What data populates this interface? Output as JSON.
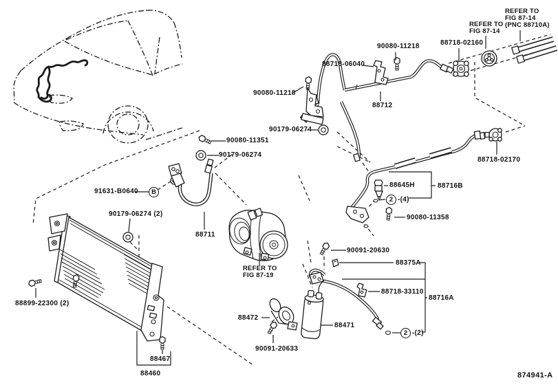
{
  "figure": {
    "drawing_code": "874941-A"
  },
  "references": {
    "fig_87_14_pnc": {
      "l1": "REFER TO",
      "l2": "FIG 87-14",
      "l3": "(PNC 88710A)"
    },
    "fig_87_14": {
      "l1": "REFER TO",
      "l2": "FIG 87-14"
    },
    "fig_87_19": {
      "l1": "REFER TO",
      "l2": "FIG 87-19"
    }
  },
  "callouts": {
    "bolt_top": "90080-11218",
    "clamp_header": "88718-06040",
    "connector_cowl": "88718-02160",
    "discharge_pipe": "88712",
    "bolt_bracket": "90080-11218",
    "grommet_mid": "90179-06274",
    "bolt_fender": "90080-11351",
    "grommet_left": "90179-06274",
    "oring_b": "91631-B0640",
    "grommet_condenser": "90179-06274 (2)",
    "suction_hose": "88711",
    "pressure_switch": "88645H",
    "liquid_pipe_b": "88716B",
    "qty_four": "-(4)",
    "bolt_pipe_b": "90080-11358",
    "connector_pipe_b": "88718-02170",
    "bolt_receiver_top": "90091-20630",
    "clip_a": "88375A",
    "clamp_pipe_a": "88718-33110",
    "liquid_pipe_a": "88716A",
    "qty_two": "-(2)",
    "receiver": "88471",
    "bracket_receiver": "88472",
    "bolt_receiver_low": "90091-20633",
    "bolt_condenser_side": "88899-22300 (2)",
    "bolt_condenser_low": "88467",
    "condenser": "88460"
  },
  "markers": {
    "circle_b": "B",
    "circle_two_upper": "2",
    "circle_two_lower": "2"
  }
}
